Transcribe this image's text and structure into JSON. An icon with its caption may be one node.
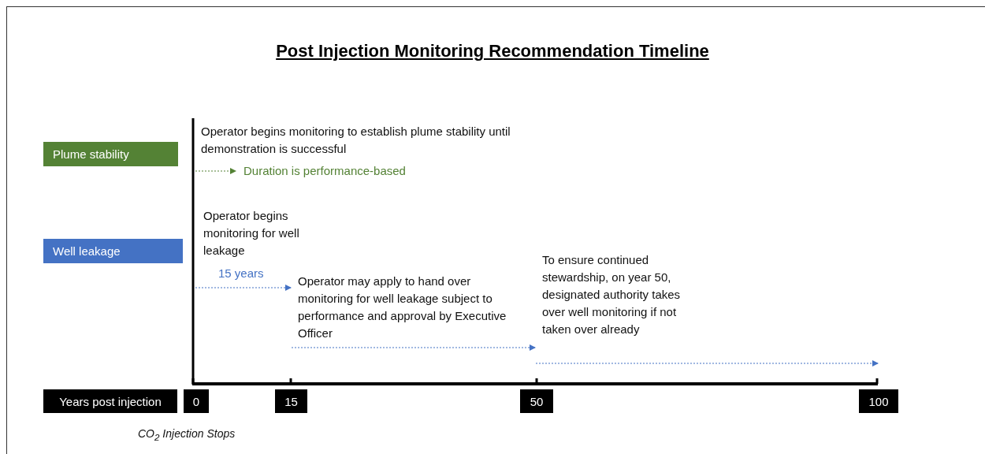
{
  "diagram": {
    "title": "Post Injection Monitoring Recommendation Timeline",
    "nodes": [
      {
        "text": [
          "Plume stability"
        ]
      },
      {
        "text": [
          "Well leakage"
        ]
      },
      {
        "text": [
          "Years post injection"
        ]
      },
      {
        "text": [
          "0"
        ]
      },
      {
        "text": [
          "15"
        ]
      },
      {
        "text": [
          "50"
        ]
      },
      {
        "text": [
          "100"
        ]
      }
    ],
    "labels": [
      "Operator begins monitoring to establish plume stability until demonstration is successful",
      "Duration is performance-based",
      "Operator begins monitoring for well leakage",
      "15 years",
      "Operator may apply to hand over monitoring for well leakage subject to performance and approval by Executive Officer",
      "To ensure continued stewardship, on year 50, designated authority takes over well monitoring if not taken over already",
      "CO$_{2}$ Injection Stops"
    ]
  }
}
